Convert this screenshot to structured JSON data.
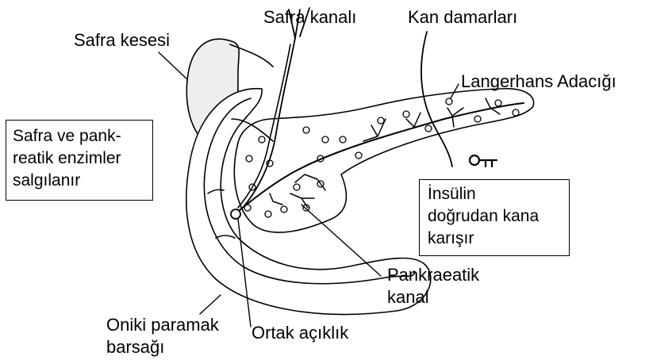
{
  "labels": {
    "safra_kanali": "Safra kanalı",
    "kan_damarlari": "Kan damarları",
    "safra_kesesi": "Safra kesesi",
    "langerhans": "Langerhans Adacığı",
    "pankreatik_line1": "Pankraeatik",
    "pankreatik_line2": "kanal",
    "oniki_line1": "Oniki paramak",
    "oniki_line2": "barsağı",
    "ortak_aciklik": "Ortak açıklık"
  },
  "boxes": {
    "enzim": {
      "lines": [
        "Safra ve pank-",
        "reatik enzimler",
        "salgılanır"
      ]
    },
    "insulin": {
      "lines": [
        "İnsülin",
        "doğrudan kana",
        "karışır"
      ]
    }
  },
  "colors": {
    "stroke": "#000000",
    "fill": "#ffffff",
    "gallbladder_fill": "#eeeeee"
  },
  "icons": {
    "key": "key-icon"
  }
}
